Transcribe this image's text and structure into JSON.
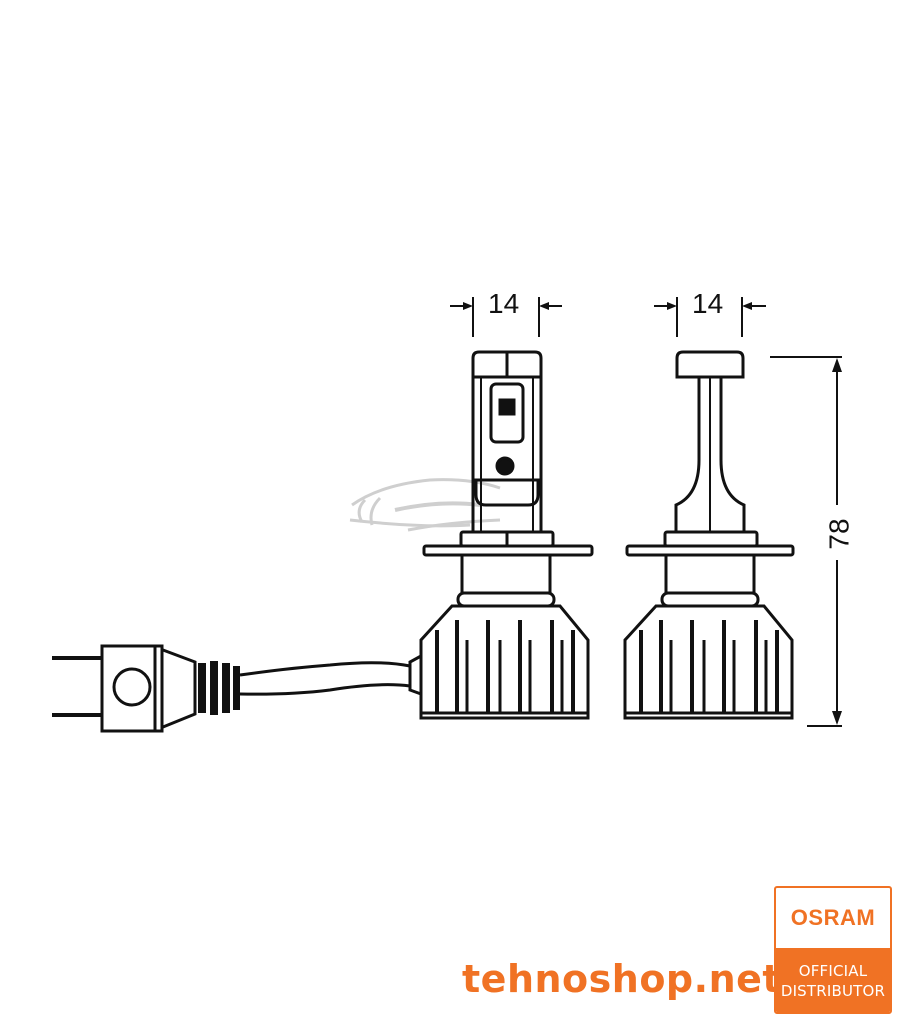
{
  "diagram": {
    "subject": "H7 LED headlight bulb technical drawing (two views)",
    "dimensions": {
      "left_bulb_width": "14",
      "right_bulb_width": "14",
      "overall_height": "78"
    },
    "watermark": "car-silhouette"
  },
  "branding": {
    "shop": "tehnoshop.net",
    "badge": {
      "brand": "OSRAM",
      "line1": "OFFICIAL",
      "line2": "DISTRIBUTOR"
    }
  },
  "colors": {
    "accent": "#f07224",
    "line": "#111111",
    "watermark": "#c8c8c8"
  }
}
